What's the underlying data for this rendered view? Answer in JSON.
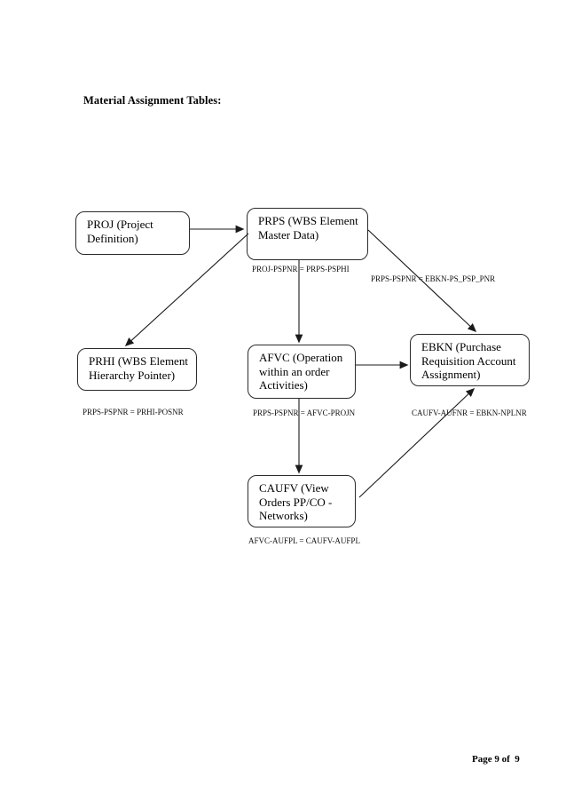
{
  "page": {
    "title": "Material Assignment Tables:",
    "footer": "Page 9 of  9"
  },
  "diagram": {
    "nodes": [
      {
        "id": "PROJ",
        "label": "PROJ (Project Definition)"
      },
      {
        "id": "PRPS",
        "label": "PRPS (WBS Element Master Data)"
      },
      {
        "id": "PRHI",
        "label": "PRHI (WBS Element Hierarchy Pointer)"
      },
      {
        "id": "AFVC",
        "label": "AFVC (Operation within an order Activities)"
      },
      {
        "id": "EBKN",
        "label": "EBKN (Purchase Requisition Account Assignment)"
      },
      {
        "id": "CAUFV",
        "label": "CAUFV (View Orders PP/CO - Networks)"
      }
    ],
    "edges": [
      {
        "from": "PROJ",
        "to": "PRPS"
      },
      {
        "from": "PRPS",
        "to": "PRHI"
      },
      {
        "from": "PRPS",
        "to": "AFVC"
      },
      {
        "from": "PRPS",
        "to": "EBKN"
      },
      {
        "from": "AFVC",
        "to": "EBKN"
      },
      {
        "from": "AFVC",
        "to": "CAUFV"
      },
      {
        "from": "CAUFV",
        "to": "EBKN"
      }
    ],
    "join_conditions": [
      {
        "text": "PROJ-PSPNR = PRPS-PSPHI"
      },
      {
        "text": "PRPS-PSPNR = EBKN-PS_PSP_PNR"
      },
      {
        "text": "PRPS-PSPNR = PRHI-POSNR"
      },
      {
        "text": "PRPS-PSPNR = AFVC-PROJN"
      },
      {
        "text": "CAUFV-AUFNR = EBKN-NPLNR"
      },
      {
        "text": "AFVC-AUFPL = CAUFV-AUFPL"
      }
    ]
  }
}
